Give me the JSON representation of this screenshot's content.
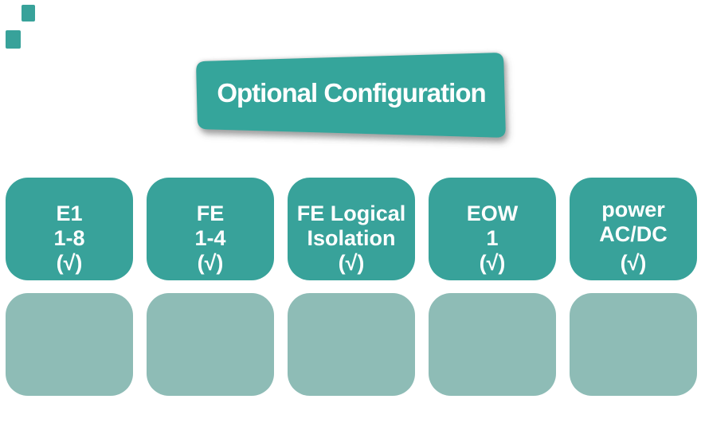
{
  "banner": {
    "title": "Optional Configuration"
  },
  "cards": [
    {
      "lines": [
        "E1",
        "1-8",
        "(√)"
      ]
    },
    {
      "lines": [
        "FE",
        "1-4",
        "(√)"
      ]
    },
    {
      "lines": [
        "FE Logical",
        "Isolation",
        "(√)"
      ]
    },
    {
      "lines": [
        "EOW",
        "1",
        "(√)"
      ]
    },
    {
      "lines": [
        "power",
        "AC/DC",
        "(√)"
      ]
    }
  ],
  "colors": {
    "teal": "#38A29A",
    "teal-banner": "#36A59B",
    "teal-light": "#8EBCB6",
    "text": "#FFFFFF",
    "background": "#FFFFFF"
  }
}
